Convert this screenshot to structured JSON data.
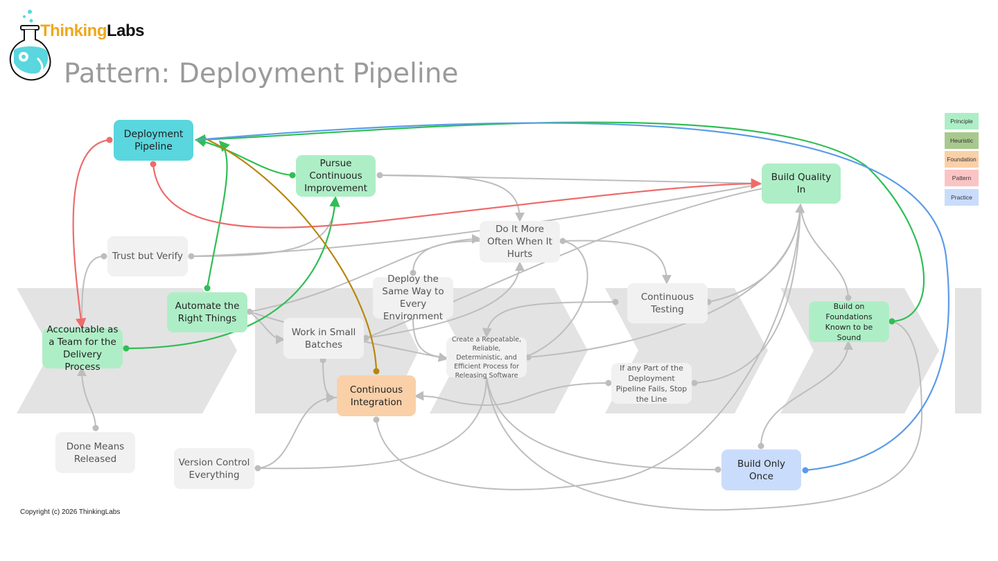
{
  "brand": {
    "part1": "Thinking",
    "part2": "Labs"
  },
  "title": "Pattern: Deployment Pipeline",
  "copyright": "Copyright (c) 2026 ThinkingLabs",
  "legend": [
    {
      "label": "Principle",
      "color": "#aeeec6"
    },
    {
      "label": "Heuristic",
      "color": "#a8c98d"
    },
    {
      "label": "Foundation",
      "color": "#f9d0a8"
    },
    {
      "label": "Pattern",
      "color": "#fbc4c4"
    },
    {
      "label": "Practice",
      "color": "#c9dcfb"
    }
  ],
  "nodes": {
    "deployment_pipeline": "Deployment Pipeline",
    "pursue_continuous_improvement": "Pursue Continuous Improvement",
    "build_quality_in": "Build Quality In",
    "trust_but_verify": "Trust but Verify",
    "do_it_more_often": "Do It More Often When It Hurts",
    "deploy_same_way": "Deploy the Same Way to Every Environment",
    "automate_right_things": "Automate the Right Things",
    "continuous_testing": "Continuous Testing",
    "build_on_foundations": "Build on Foundations Known to be Sound",
    "accountable_as_team": "Accountable as a Team for the Delivery Process",
    "work_in_small_batches": "Work in Small Batches",
    "repeatable_process": "Create a Repeatable, Reliable, Deterministic, and Efficient Process for Releasing Software",
    "continuous_integration": "Continuous Integration",
    "stop_the_line": "If any Part of the Deployment Pipeline Fails, Stop the Line",
    "done_means_released": "Done Means Released",
    "version_control_everything": "Version Control Everything",
    "build_only_once": "Build Only Once"
  },
  "colors": {
    "edge_grey": "#bdbdbd",
    "edge_green": "#2fbe55",
    "edge_red": "#ee6b6b",
    "edge_gold": "#b8860b",
    "edge_blue": "#5b9be8",
    "chevron": "#e3e3e3"
  }
}
